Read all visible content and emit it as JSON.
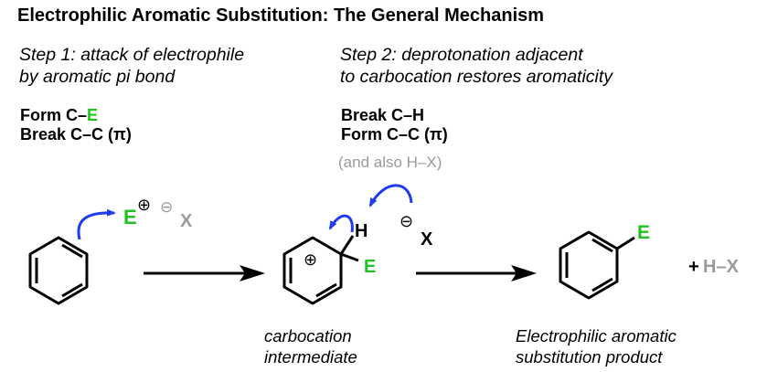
{
  "title": "Electrophilic Aromatic Substitution: The General Mechanism",
  "step1": {
    "line1": "Step 1: attack of electrophile",
    "line2": "by aromatic pi bond",
    "form_prefix": "Form C–",
    "form_atom": "E",
    "break": "Break C–C (π)"
  },
  "step2": {
    "line1": "Step 2: deprotonation adjacent",
    "line2": "to carbocation restores aromaticity",
    "break": "Break C–H",
    "form": "Form C–C (π)",
    "note": "(and also H–X)"
  },
  "labels": {
    "electrophile": "E",
    "plus_charge": "⊕",
    "minus_charge": "⊖",
    "counterion": "X",
    "hydrogen": "H",
    "plus": "+",
    "byproduct": "H–X"
  },
  "captions": {
    "intermediate_line1": "carbocation",
    "intermediate_line2": "intermediate",
    "product_line1": "Electrophilic aromatic",
    "product_line2": "substitution product"
  },
  "colors": {
    "electrophile": "#22c21e",
    "arrow": "#1f3cf0",
    "gray": "#9a9a9a"
  }
}
